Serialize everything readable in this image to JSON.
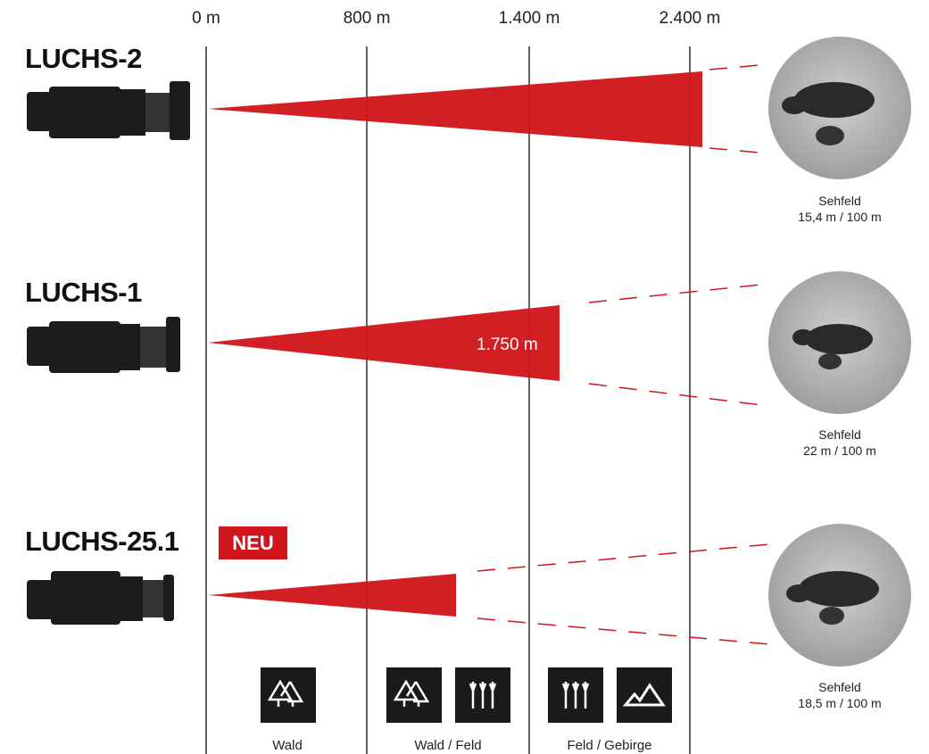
{
  "axis": {
    "ticks": [
      "0 m",
      "800 m",
      "1.400 m",
      "2.400 m"
    ]
  },
  "accent_color": "#d0161b",
  "models": [
    {
      "name": "LUCHS-2",
      "range_label": "",
      "fov_label": "Sehfeld",
      "fov_value": "15,4 m / 100 m"
    },
    {
      "name": "LUCHS-1",
      "range_label": "1.750 m",
      "fov_label": "Sehfeld",
      "fov_value": "22 m / 100 m"
    },
    {
      "name": "LUCHS-25.1",
      "badge": "NEU",
      "fov_label": "Sehfeld",
      "fov_value": "18,5 m / 100 m"
    }
  ],
  "environments": [
    {
      "label": "Wald",
      "icons": [
        "forest-icon"
      ]
    },
    {
      "label": "Wald / Feld",
      "icons": [
        "forest-icon",
        "field-icon"
      ]
    },
    {
      "label": "Feld / Gebirge",
      "icons": [
        "field-icon",
        "mountain-icon"
      ]
    }
  ]
}
